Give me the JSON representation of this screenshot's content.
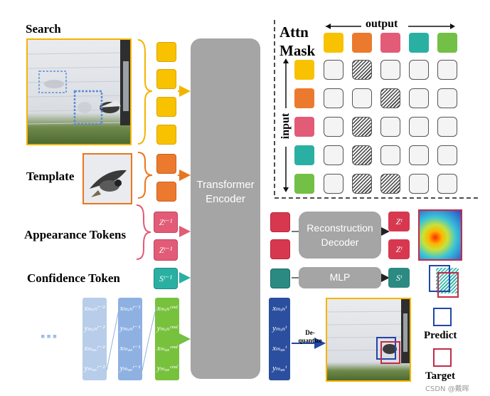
{
  "labels": {
    "search": "Search",
    "template": "Template",
    "appearance": "Appearance Tokens",
    "confidence": "Confidence Token",
    "attn_mask": "Attn\nMask",
    "output": "output",
    "input": "input",
    "encoder": "Transformer\nEncoder",
    "decoder": "Reconstruction\nDecoder",
    "mlp": "MLP",
    "dequantize": "De-\nquantize",
    "predict": "Predict",
    "target": "Target",
    "watermark": "CSDN @戴晖",
    "dots": "▪▪▪"
  },
  "tokens": {
    "z_prev": "Zᵗ⁻¹",
    "z_cur": "Zᵗ",
    "s_prev": "Sᵗ⁻¹",
    "s_cur": "Sᵗ"
  },
  "coord_columns": [
    {
      "name": "t-2",
      "color": "#b7cde9",
      "items": [
        "xₘᵢₙᵗ⁻²",
        "yₘᵢₙᵗ⁻²",
        "xₘₐₓᵗ⁻²",
        "yₘₐₓᵗ⁻²"
      ]
    },
    {
      "name": "t-1",
      "color": "#8eb1e2",
      "items": [
        "xₘᵢₙᵗ⁻¹",
        "yₘᵢₙᵗ⁻¹",
        "xₘₐₓᵗ⁻¹",
        "yₘₐₓᵗ⁻¹"
      ]
    },
    {
      "name": "cmd",
      "color": "#78c13d",
      "items": [
        "xₘᵢₙᶜᵐᵈ",
        "yₘᵢₙᶜᵐᵈ",
        "xₘₐₓᶜᵐᵈ",
        "yₘₐₓᶜᵐᵈ"
      ]
    },
    {
      "name": "t",
      "color": "#2b4f9e",
      "items": [
        "xₘᵢₙᵗ",
        "yₘᵢₙᵗ",
        "xₘₐₓᵗ",
        "yₘₐₓᵗ"
      ]
    }
  ],
  "mask": {
    "row_colors": [
      "#f8c200",
      "#ec7a2e",
      "#e25b77",
      "#2ab0a3",
      "#72c045"
    ],
    "col_colors": [
      "#f8c200",
      "#ec7a2e",
      "#e25b77",
      "#2ab0a3",
      "#72c045"
    ],
    "hatched": [
      [
        0,
        1
      ],
      [
        1,
        2
      ],
      [
        2,
        1
      ],
      [
        3,
        1
      ],
      [
        4,
        1
      ],
      [
        4,
        2
      ]
    ]
  },
  "colors": {
    "search_border": "#f4b400",
    "template_border": "#e8761f",
    "predict": "#1f47a8",
    "target": "#c32a4a",
    "arrow_yellow": "#f1b300",
    "arrow_orange": "#e8761f",
    "arrow_pink": "#e25b77",
    "arrow_teal": "#2ab0a3",
    "arrow_green": "#72c045",
    "arrow_blue": "#1f47a8"
  }
}
